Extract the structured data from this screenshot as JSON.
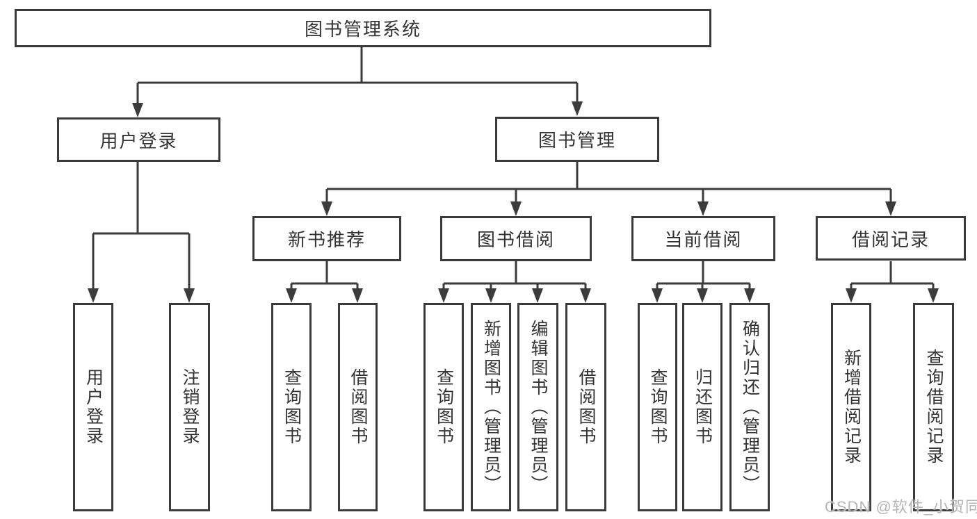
{
  "diagram": {
    "title": "图书管理系统",
    "type": "functional-structure-tree",
    "colors": {
      "line": "#3b3b3b",
      "text": "#333333",
      "box_background": "#ffffff",
      "watermark": "#b5b5b5"
    }
  },
  "tree": {
    "label": "图书管理系统",
    "children": [
      {
        "label": "用户登录",
        "children": [
          {
            "label": "用户登录"
          },
          {
            "label": "注销登录"
          }
        ]
      },
      {
        "label": "图书管理",
        "children": [
          {
            "label": "新书推荐",
            "children": [
              {
                "label": "查询图书"
              },
              {
                "label": "借阅图书"
              }
            ]
          },
          {
            "label": "图书借阅",
            "children": [
              {
                "label": "查询图书"
              },
              {
                "label": "新增图书（管理员）"
              },
              {
                "label": "编辑图书（管理员）"
              },
              {
                "label": "借阅图书"
              }
            ]
          },
          {
            "label": "当前借阅",
            "children": [
              {
                "label": "查询图书"
              },
              {
                "label": "归还图书"
              },
              {
                "label": "确认归还（管理员）"
              }
            ]
          },
          {
            "label": "借阅记录",
            "children": [
              {
                "label": "新增借阅记录"
              },
              {
                "label": "查询借阅记录"
              }
            ]
          }
        ]
      }
    ]
  },
  "watermark": {
    "text": "CSDN @软件_小贺同学"
  }
}
